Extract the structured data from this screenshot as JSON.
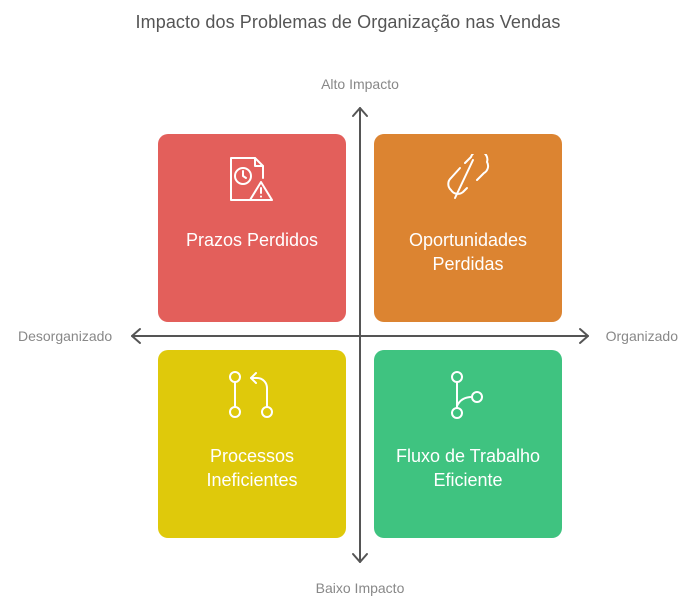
{
  "title": "Impacto dos Problemas de Organização nas Vendas",
  "axes": {
    "top": "Alto Impacto",
    "bottom": "Baixo Impacto",
    "left": "Desorganizado",
    "right": "Organizado"
  },
  "quadrants": [
    {
      "label": "Prazos Perdidos",
      "color": "#e35f5b",
      "icon": "document-clock-warning-icon"
    },
    {
      "label": "Oportunidades Perdidas",
      "color": "#dc8431",
      "icon": "broken-link-icon"
    },
    {
      "label": "Processos Ineficientes",
      "color": "#dfc90b",
      "icon": "pull-request-icon"
    },
    {
      "label": "Fluxo de Trabalho Eficiente",
      "color": "#3fc380",
      "icon": "branch-icon"
    }
  ],
  "axis_color": "#555555"
}
